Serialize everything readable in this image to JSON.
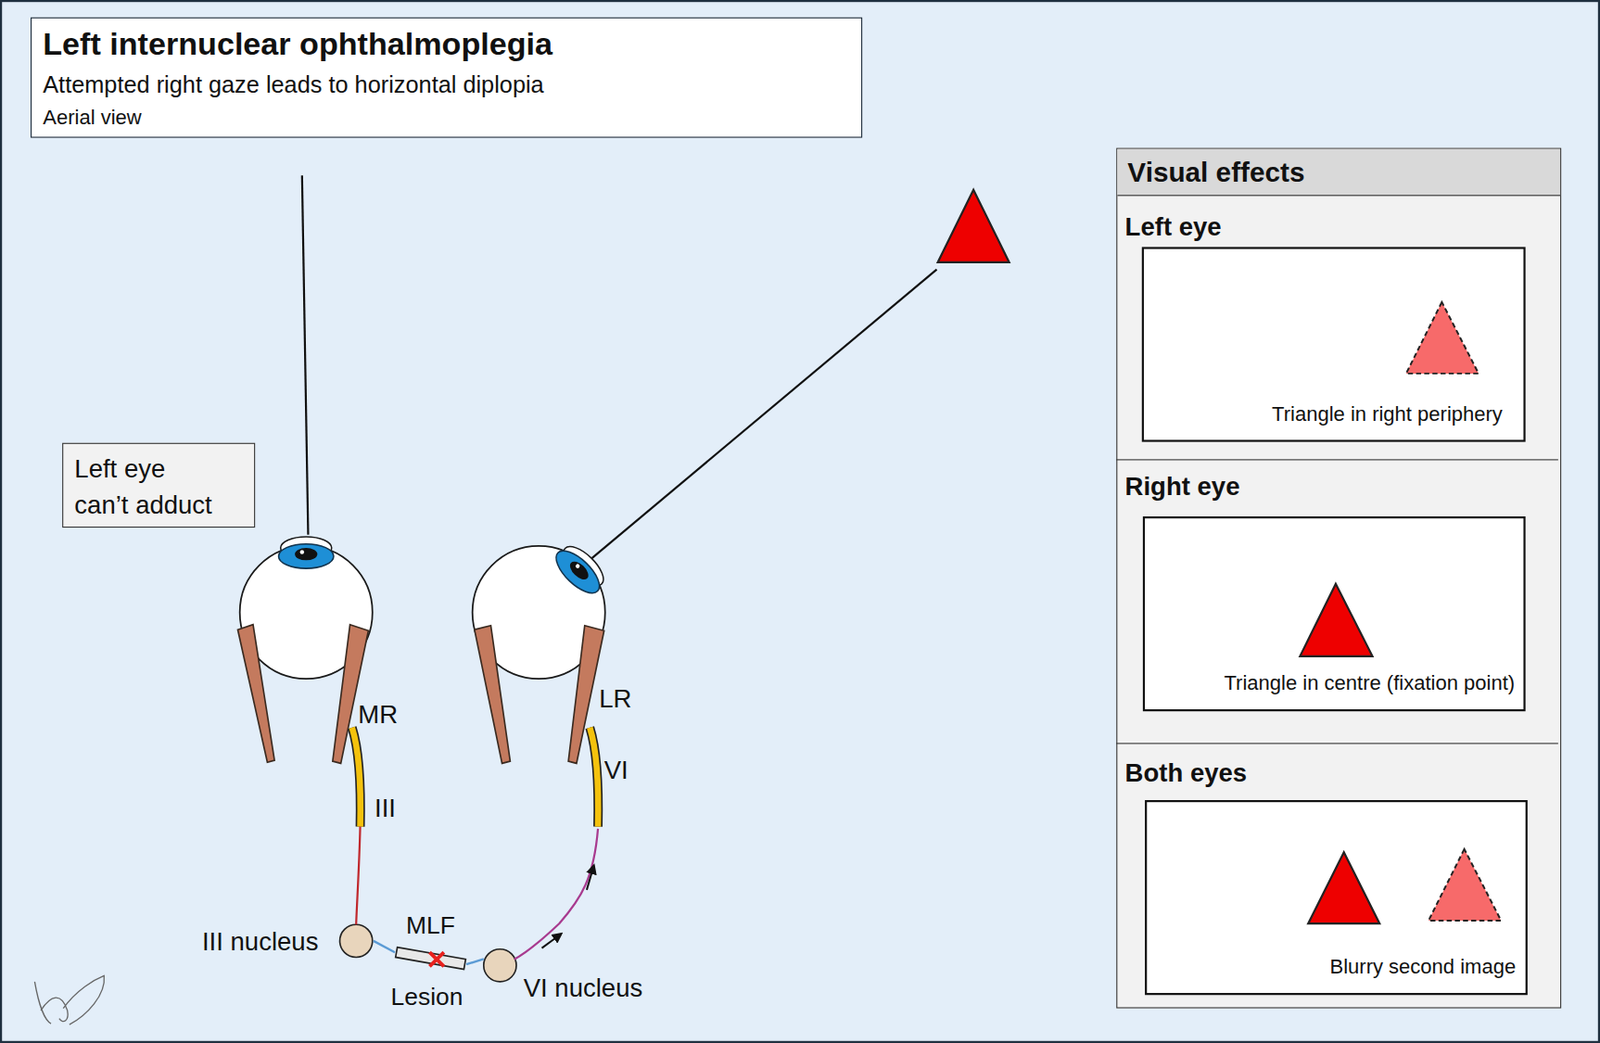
{
  "diagram": {
    "nodes": [
      {
        "text": [
          "Left internuclear ophthalmoplegia",
          "Attempted right gaze leads to horizontal diplopia",
          "Aerial view"
        ]
      },
      {
        "text": [
          "Left eye can’t adduct"
        ]
      },
      {
        "text": [
          "Visual effects"
        ]
      },
      {
        "text": [
          "Left eye"
        ],
        "in": 2
      },
      {
        "text": [
          "Triangle in right periphery"
        ],
        "in": 3
      },
      {
        "text": [
          "Right eye"
        ],
        "in": 2
      },
      {
        "text": [
          "Triangle in centre (fixation point)"
        ],
        "in": 5
      },
      {
        "text": [
          "Both eyes"
        ],
        "in": 2
      },
      {
        "text": [
          "Blurry second image"
        ],
        "in": 7
      },
      {
        "text": [
          "III nucleus"
        ]
      },
      {
        "text": [
          "MLF",
          "Lesion"
        ]
      },
      {
        "text": [
          "VI nucleus"
        ]
      }
    ],
    "edges": [
      {
        "from": 9,
        "to": 10,
        "arrow": "none"
      },
      {
        "from": 10,
        "to": 11,
        "arrow": "none"
      }
    ],
    "labels": [
      "MR",
      "III",
      "LR",
      "VI"
    ]
  }
}
